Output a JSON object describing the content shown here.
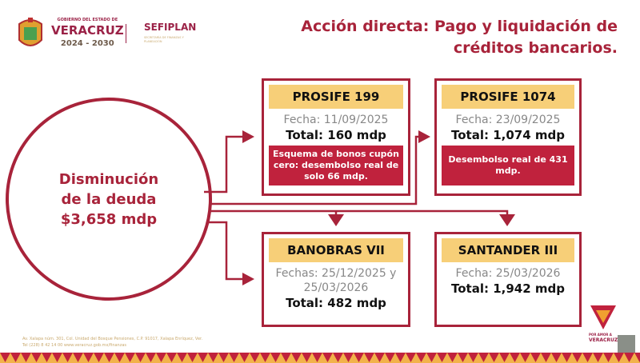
{
  "header": {
    "gov_small": "GOBIERNO DEL ESTADO DE",
    "gov_name": "VERACRUZ",
    "gov_years": "2024 - 2030",
    "agency": "SEFIPLAN",
    "agency_sub": "SECRETARÍA DE FINANZAS Y PLANEACIÓN",
    "title_line1": "Acción directa: Pago y liquidación de",
    "title_line2": "créditos bancarios."
  },
  "circle": {
    "line1": "Disminución",
    "line2": "de la deuda",
    "line3": "$3,658 mdp"
  },
  "boxes": [
    {
      "title": "PROSIFE 199",
      "date": "Fecha: 11/09/2025",
      "total": "Total: 160 mdp",
      "note": "Esquema de bonos cupón cero: desembolso real de solo 66 mdp."
    },
    {
      "title": "PROSIFE 1074",
      "date": "Fecha: 23/09/2025",
      "total": "Total: 1,074 mdp",
      "note": "Desembolso real de 431 mdp."
    },
    {
      "title": "BANOBRAS VII",
      "date": "Fechas: 25/12/2025 y 25/03/2026",
      "total": "Total: 482 mdp"
    },
    {
      "title": "SANTANDER III",
      "date": "Fecha: 25/03/2026",
      "total": "Total: 1,942 mdp"
    }
  ],
  "footer": {
    "address": "Av. Xalapa núm. 301, Col. Unidad del Bosque Pensiones, C.P. 91017, Xalapa Enríquez, Ver.",
    "contact": "Tel (228) 8 42 14 00  www.veracruz.gob.mx/finanzas",
    "brand_small": "POR AMOR A",
    "brand": "VERACRUZ"
  },
  "colors": {
    "accent": "#a8233a",
    "header_fill": "#f7cf78",
    "note_fill": "#c0223d"
  }
}
